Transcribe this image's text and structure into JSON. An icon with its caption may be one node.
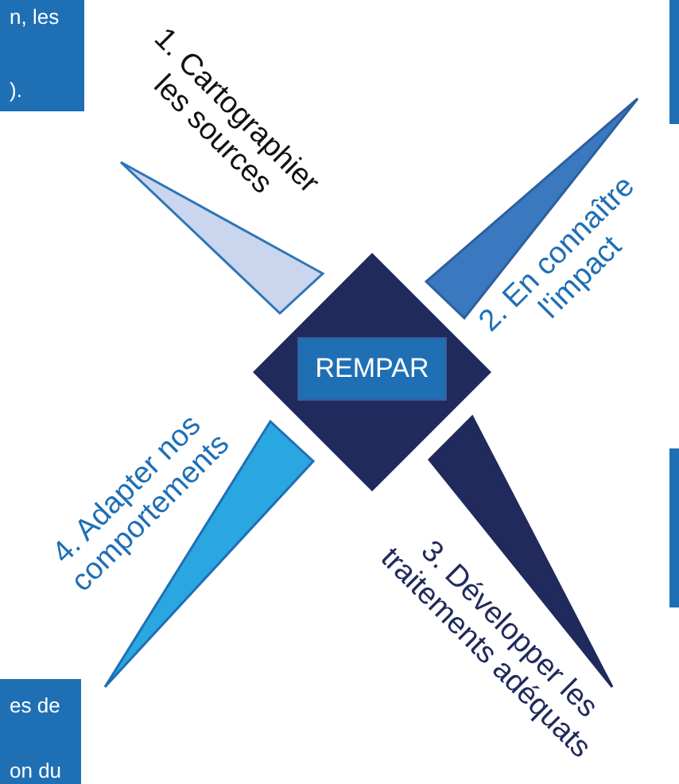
{
  "diagram": {
    "nodes": [
      {
        "text": [
          "REMPAR"
        ]
      },
      {
        "text": [],
        "shape": "triangle",
        "beside": [
          "1. Cartographier les sources"
        ]
      },
      {
        "text": [],
        "shape": "triangle",
        "beside": [
          "2. En connaître l'impact"
        ]
      },
      {
        "text": [],
        "shape": "triangle",
        "beside": [
          "3. Développer les traitements adéquats"
        ]
      },
      {
        "text": [],
        "shape": "triangle",
        "beside": [
          "4. Adapter nos comportements"
        ]
      }
    ],
    "edges": [],
    "labels": [
      "n, les",
      ").",
      "es de",
      "on du"
    ]
  }
}
